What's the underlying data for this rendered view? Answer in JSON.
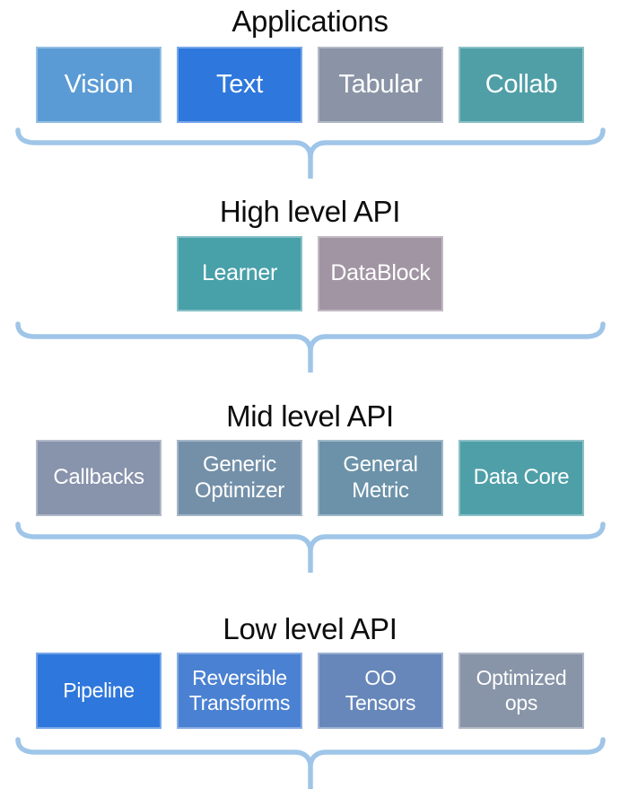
{
  "colors": {
    "background": "#ffffff",
    "title_text": "#0d0d0d",
    "box_text": "#ffffff",
    "brace": "#9FC5E8"
  },
  "sections": [
    {
      "title": "Applications",
      "boxes": [
        {
          "label": "Vision",
          "color": "#5B9BD5"
        },
        {
          "label": "Text",
          "color": "#2E77DC"
        },
        {
          "label": "Tabular",
          "color": "#8A94A6"
        },
        {
          "label": "Collab",
          "color": "#509FA7"
        }
      ]
    },
    {
      "title": "High level API",
      "boxes": [
        {
          "label": "Learner",
          "color": "#48A0A9"
        },
        {
          "label": "DataBlock",
          "color": "#A195A3"
        }
      ]
    },
    {
      "title": "Mid level API",
      "boxes": [
        {
          "label": "Callbacks",
          "color": "#8893AC"
        },
        {
          "label": "Generic Optimizer",
          "color": "#7490A9"
        },
        {
          "label": "General Metric",
          "color": "#6B92A9"
        },
        {
          "label": "Data Core",
          "color": "#4F9FA8"
        }
      ]
    },
    {
      "title": "Low level API",
      "boxes": [
        {
          "label": "Pipeline",
          "color": "#2E77DC"
        },
        {
          "label": "Reversible Transforms",
          "color": "#4A81D2"
        },
        {
          "label": "OO Tensors",
          "color": "#6787BA"
        },
        {
          "label": "Optimized ops",
          "color": "#8894A8"
        }
      ]
    }
  ]
}
